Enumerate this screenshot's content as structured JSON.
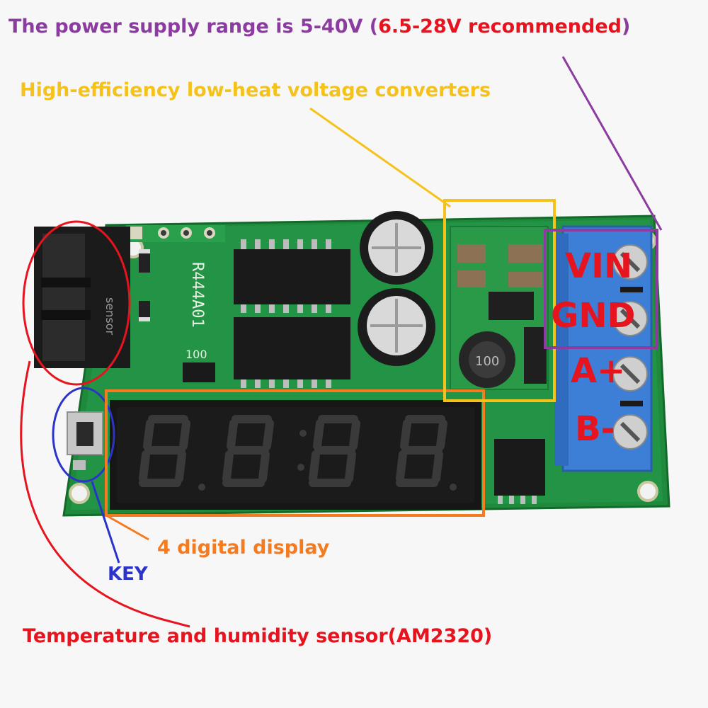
{
  "headline": {
    "prefix": "The power supply range is 5-40V (",
    "recommended": "6.5-28V recommended",
    "suffix": ")"
  },
  "callouts": {
    "converter": "High-efficiency low-heat voltage converters",
    "display": "4 digital display",
    "key": "KEY",
    "sensor": "Temperature and humidity sensor(AM2320)"
  },
  "board": {
    "terminals": [
      "VIN",
      "GND",
      "A+",
      "B-"
    ],
    "silkscreen_model": "R444A01",
    "resistor_code": "100",
    "inductor_code": "100",
    "sensor_text": "sensor",
    "display_digits": "8888"
  },
  "colors": {
    "purple": "#8c3ca0",
    "yellow": "#f5c21b",
    "orange": "#f47b20",
    "blue": "#2b33c8",
    "red": "#e6141e",
    "pcb": "#1f8a3c",
    "terminal_block": "#3d7fd6"
  }
}
